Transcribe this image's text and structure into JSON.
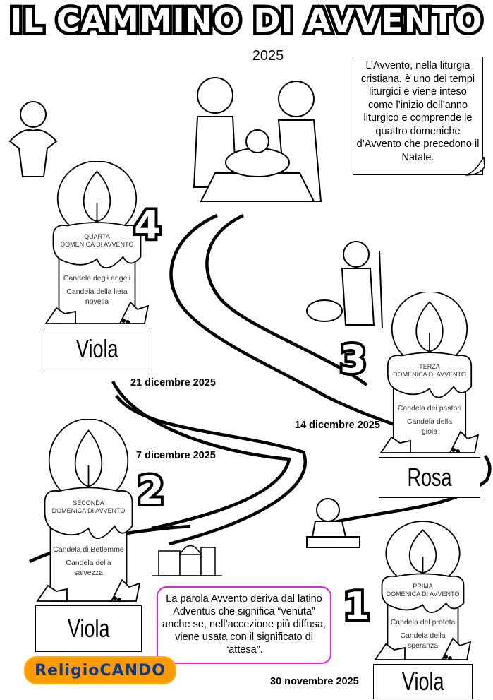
{
  "header": {
    "title": "IL CAMMINO DI AVVENTO",
    "year": "2025"
  },
  "intro_note": "L’Avvento, nella liturgia cristiana, è uno dei tempi liturgici e viene inteso come l’inizio dell’anno liturgico e comprende le quattro domeniche d’Avvento che precedono il Natale.",
  "adventus_note": "La parola Avvento deriva dal latino Adventus che significa “venuta” anche se, nell’accezione più diffusa, viene usata con il significato di “attesa”.",
  "candles": [
    {
      "number": "1",
      "sunday": "PRIMA",
      "sunday_sub": "DOMENICA DI AVVENTO",
      "name": "Candela del profeta",
      "meaning": "Candela della speranza",
      "color": "Viola",
      "date": "30 novembre 2025"
    },
    {
      "number": "2",
      "sunday": "SECONDA",
      "sunday_sub": "DOMENICA DI AVVENTO",
      "name": "Candela di Betlemme",
      "meaning": "Candela della salvezza",
      "color": "Viola",
      "date": "7 dicembre 2025"
    },
    {
      "number": "3",
      "sunday": "TERZA",
      "sunday_sub": "DOMENICA DI AVVENTO",
      "name": "Candela dei pastori",
      "meaning": "Candela della gioia",
      "color": "Rosa",
      "date": "14 dicembre 2025"
    },
    {
      "number": "4",
      "sunday": "QUARTA",
      "sunday_sub": "DOMENICA DI AVVENTO",
      "name": "Candela degli angeli",
      "meaning": "Candela della lieta novella",
      "color": "Viola",
      "date": "21 dicembre 2025"
    }
  ],
  "logo": "ReligioCANDO",
  "colors": {
    "note_border": "#e91ee0",
    "logo_bg": "#ff9a00",
    "logo_text": "#0d3a86"
  }
}
